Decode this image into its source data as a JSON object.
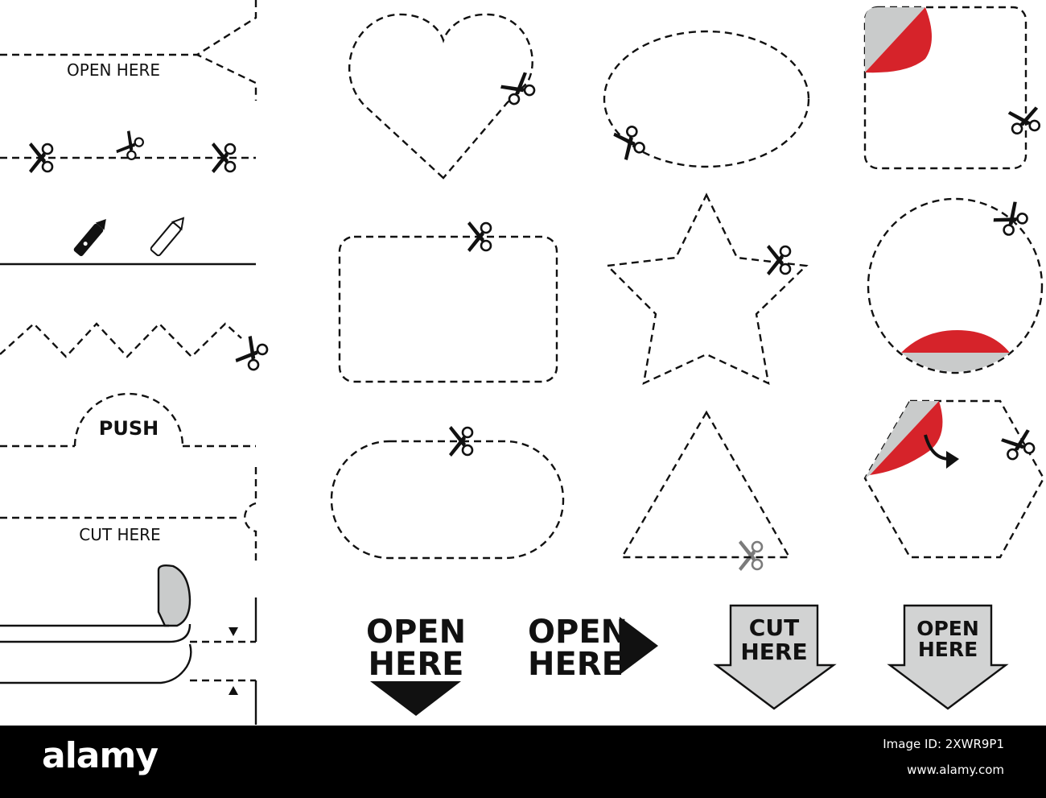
{
  "labels": {
    "open_here_small": "OPEN HERE",
    "push": "PUSH",
    "cut_here_small": "CUT HERE",
    "open_word": "OPEN",
    "here_word": "HERE",
    "cut_word": "CUT"
  },
  "colors": {
    "line": "#111111",
    "accent_red": "#d6232a",
    "peel_gray": "#c9cbcb",
    "arrow_gray": "#d2d3d3",
    "footer": "#000000"
  },
  "icons": [
    "scissors-icon",
    "utility-knife-icon",
    "curved-arrow-icon",
    "down-arrow-icon",
    "right-arrow-icon"
  ],
  "footer": {
    "brand": "alamy",
    "image_id": "Image ID: 2XWR9P1",
    "site": "www.alamy.com"
  }
}
